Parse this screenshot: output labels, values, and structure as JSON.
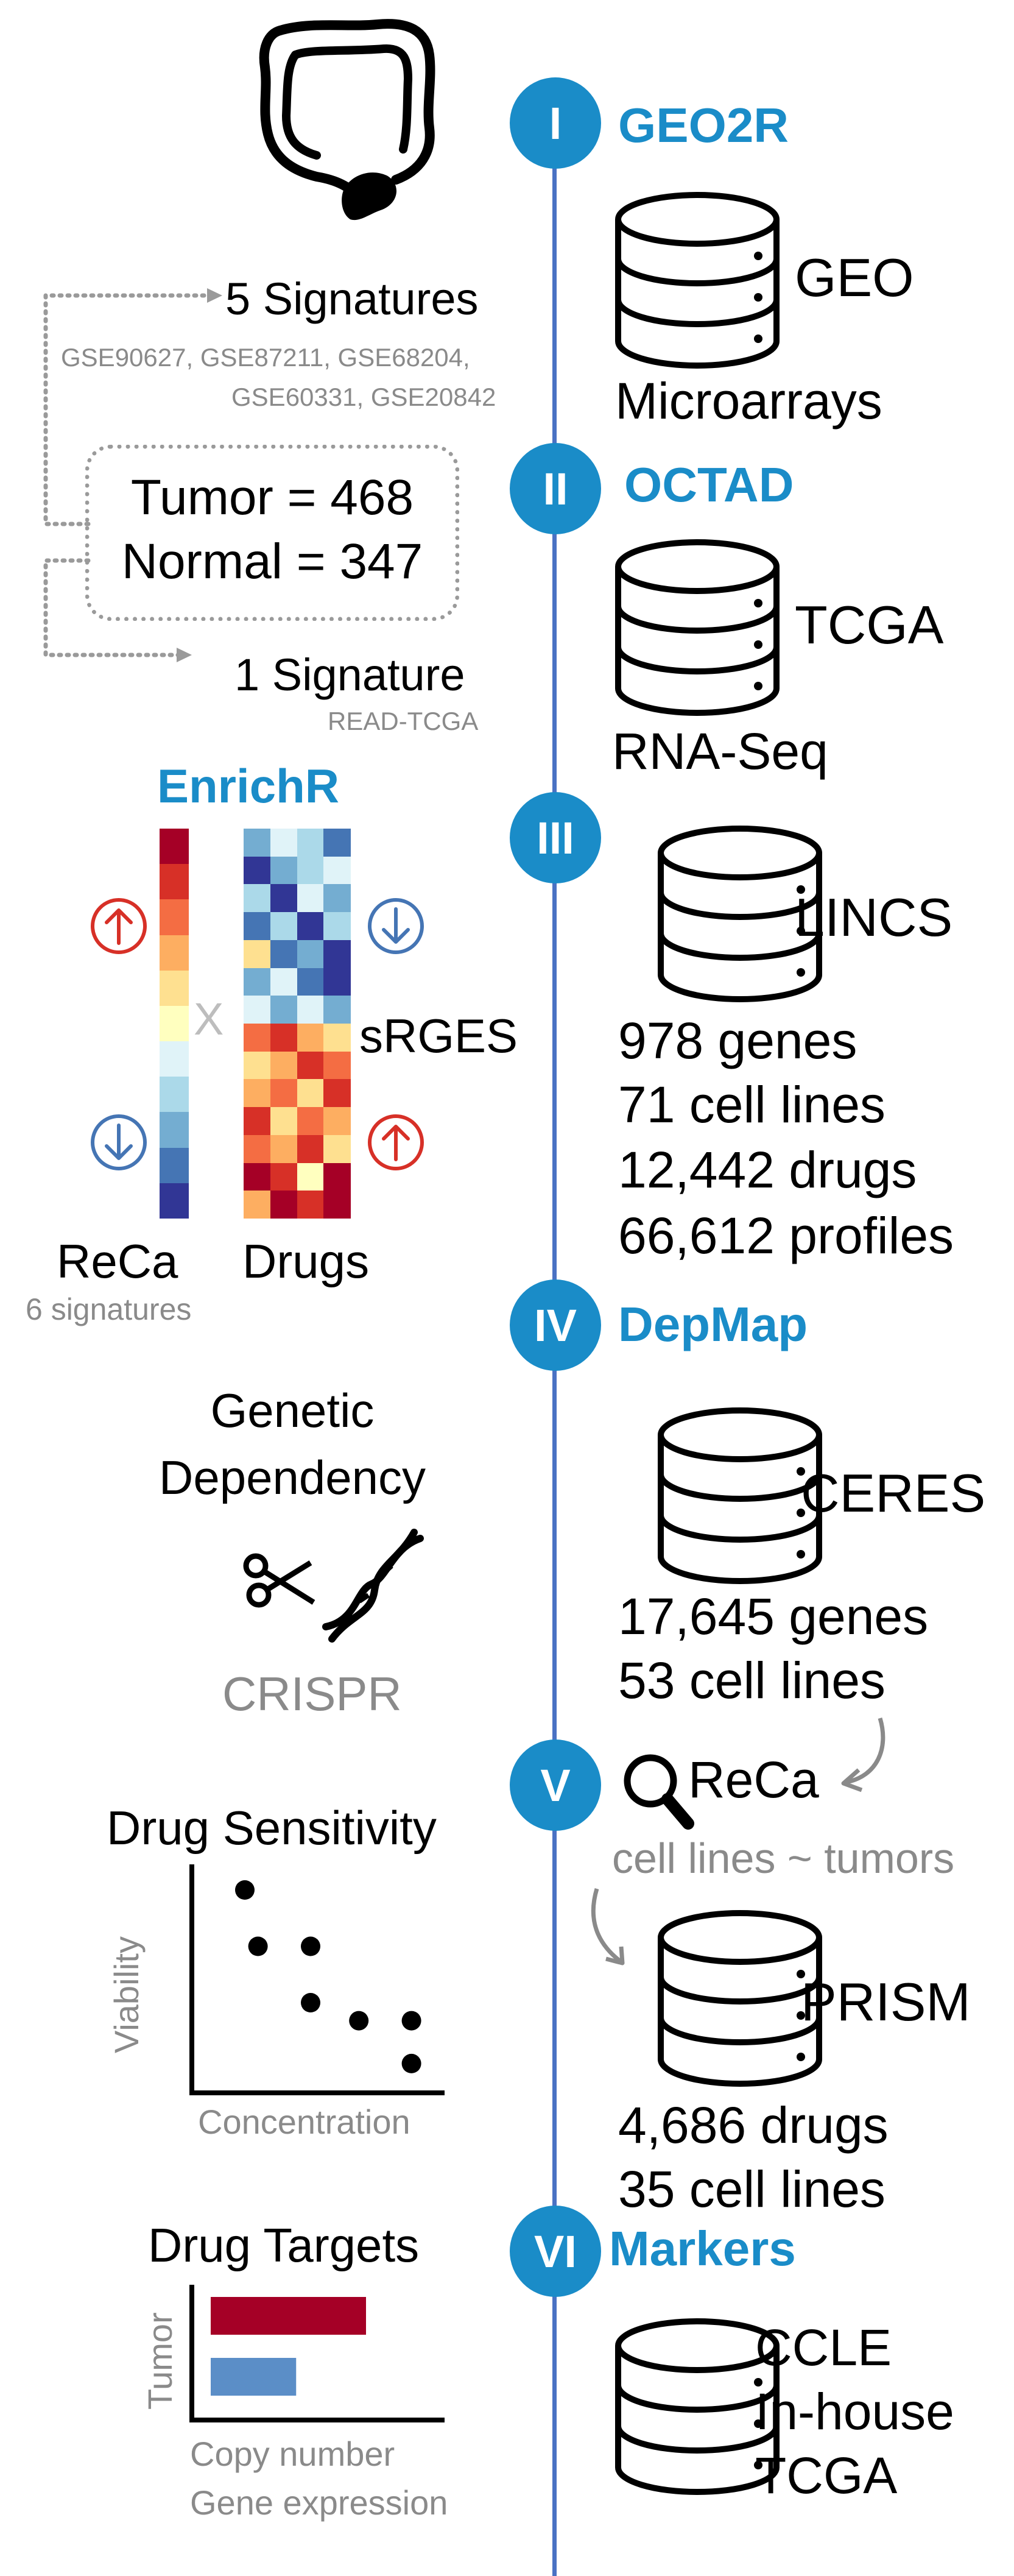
{
  "stages": [
    {
      "numeral": "I",
      "title": "GEO2R",
      "db": "GEO",
      "caption": "Microarrays"
    },
    {
      "numeral": "II",
      "title": "OCTAD",
      "db": "TCGA",
      "caption": "RNA-Seq"
    },
    {
      "numeral": "III",
      "title": "",
      "db": "LINCS",
      "stats": [
        "978 genes",
        "71 cell lines",
        "12,442 drugs",
        "66,612 profiles"
      ]
    },
    {
      "numeral": "IV",
      "title": "DepMap",
      "db": "CERES",
      "stats": [
        "17,645 genes",
        "53 cell lines"
      ]
    },
    {
      "numeral": "V",
      "title": "",
      "reca_label": "ReCa",
      "reca_caption": "cell lines ~ tumors",
      "db": "PRISM",
      "stats": [
        "4,686 drugs",
        "35 cell lines"
      ]
    },
    {
      "numeral": "VI",
      "title": "Markers",
      "db_lines": [
        "CCLE",
        "In-house",
        "TCGA"
      ]
    }
  ],
  "signatures": {
    "five_label": "5 Signatures",
    "five_ids_line1": "GSE90627, GSE87211, GSE68204,",
    "five_ids_line2": "GSE60331, GSE20842",
    "tumor": "Tumor = 468",
    "normal": "Normal = 347",
    "one_label": "1 Signature",
    "one_id": "READ-TCGA"
  },
  "enrichr": {
    "title": "EnrichR",
    "times": "X",
    "srges": "sRGES",
    "reca": "ReCa",
    "reca_caption": "6 signatures",
    "drugs": "Drugs",
    "reca_colors": [
      "#a50026",
      "#d73027",
      "#f46d43",
      "#fdae61",
      "#fee090",
      "#ffffbf",
      "#e0f3f8",
      "#abd9e9",
      "#74add1",
      "#4575b4",
      "#313695"
    ],
    "drug_matrix": [
      [
        "#74add1",
        "#e0f3f8",
        "#abd9e9",
        "#4575b4"
      ],
      [
        "#313695",
        "#74add1",
        "#abd9e9",
        "#e0f3f8"
      ],
      [
        "#abd9e9",
        "#313695",
        "#e0f3f8",
        "#74add1"
      ],
      [
        "#4575b4",
        "#abd9e9",
        "#313695",
        "#abd9e9"
      ],
      [
        "#fee090",
        "#4575b4",
        "#74add1",
        "#313695"
      ],
      [
        "#74add1",
        "#e0f3f8",
        "#4575b4",
        "#313695"
      ],
      [
        "#e0f3f8",
        "#74add1",
        "#e0f3f8",
        "#74add1"
      ],
      [
        "#f46d43",
        "#d73027",
        "#fdae61",
        "#fee090"
      ],
      [
        "#fee090",
        "#fdae61",
        "#d73027",
        "#f46d43"
      ],
      [
        "#fdae61",
        "#f46d43",
        "#fee090",
        "#d73027"
      ],
      [
        "#d73027",
        "#fee090",
        "#f46d43",
        "#fdae61"
      ],
      [
        "#f46d43",
        "#fdae61",
        "#d73027",
        "#fee090"
      ],
      [
        "#a50026",
        "#d73027",
        "#ffffbf",
        "#a50026"
      ],
      [
        "#fdae61",
        "#a50026",
        "#d73027",
        "#a50026"
      ]
    ],
    "up_color": "#d73027",
    "down_color": "#4575b4"
  },
  "genetic": {
    "line1": "Genetic",
    "line2": "Dependency",
    "crispr": "CRISPR"
  },
  "sensitivity": {
    "title": "Drug Sensitivity",
    "ylabel": "Viability",
    "xlabel": "Concentration",
    "chart_data": {
      "type": "scatter",
      "points": [
        [
          1,
          9
        ],
        [
          1.3,
          6.5
        ],
        [
          2.5,
          6.5
        ],
        [
          2.5,
          4
        ],
        [
          3.6,
          3.2
        ],
        [
          4.8,
          3.2
        ],
        [
          4.8,
          1.3
        ]
      ]
    }
  },
  "targets": {
    "title": "Drug Targets",
    "ylabel": "Tumor",
    "xlabel1": "Copy number",
    "xlabel2": "Gene expression",
    "chart_data": {
      "type": "bar",
      "values": [
        1.0,
        0.55
      ],
      "colors": [
        "#a50026",
        "#5b8ec7"
      ]
    }
  },
  "colors": {
    "accent": "#1a8cc8",
    "timeline": "#4a72c4",
    "arrow": "#8a8a8a"
  }
}
